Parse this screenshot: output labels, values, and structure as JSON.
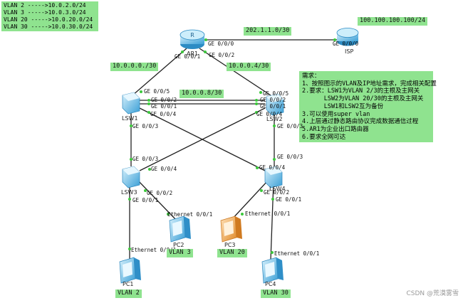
{
  "vlan_legend": [
    "VLAN 2 ----->10.0.2.0/24",
    "VLAN 3 ----->10.0.3.0/24",
    "VLAN 20 ----->10.0.20.0/24",
    "VLAN 30 ----->10.0.30.0/24"
  ],
  "requirements": [
    "需求：",
    "1、按照图示的VLAN及IP地址需求，完成相关配置",
    "2.要求：LSW1为VLAN 2/3的主根及主网关",
    "      LSW2为VLAN 20/30的主根及主网关",
    "      LSW1和LSW2互为备份",
    "3.可以使用super vlan",
    "4.上层通过静态路由协议完成数据通信过程",
    "5.AR1为企业出口路由器",
    "6.要求全网可达"
  ],
  "subnets": {
    "ar_isp": "202.1.1.0/30",
    "isp_addr": "100.100.100.100/24",
    "ar_lsw1": "10.0.0.0./30",
    "ar_lsw2": "10.0.0.4/30",
    "lsw1_lsw2": "10.0.0.8/30"
  },
  "devices": {
    "ar1": "AR1",
    "isp": "ISP",
    "lsw1": "LSW1",
    "lsw2": "LSW2",
    "lsw3": "LSW3",
    "lsw4": "LSW4",
    "pc1": "PC1",
    "pc2": "PC2",
    "pc3": "PC3",
    "pc4": "PC4"
  },
  "ports": {
    "ar_g000": "GE 0/0/0",
    "ar_g001": "GE 0/0/1",
    "ar_g002": "GE 0/0/2",
    "isp_g000": "GE 0/0/0",
    "lsw1_g005": "GE 0/0/5",
    "lsw1_g002": "GE 0/0/2",
    "lsw1_g001": "GE 0/0/1",
    "lsw1_g004": "GE 0/0/4",
    "lsw1_g003": "GE 0/0/3",
    "lsw2_g005": "GE 0/0/5",
    "lsw2_g002": "GE 0/0/2",
    "lsw2_g001": "GE 0/0/1",
    "lsw2_g004": "GE 0/0/4",
    "lsw2_g003": "GE 0/0/3",
    "lsw3_g003": "GE 0/0/3",
    "lsw3_g004": "GE 0/0/4",
    "lsw3_g002": "GE 0/0/2",
    "lsw3_g001": "GE 0/0/1",
    "lsw4_g003": "GE 0/0/3",
    "lsw4_g004": "GE 0/0/4",
    "lsw4_g002": "GE 0/0/2",
    "lsw4_g001": "GE 0/0/1",
    "pc1_eth": "Ethernet 0/0/1",
    "pc2_eth": "Ethernet 0/0/1",
    "pc3_eth": "Ethernet 0/0/1",
    "pc4_eth": "Ethernet 0/0/1"
  },
  "pc_vlans": {
    "pc1": "VLAN 2",
    "pc2": "VLAN 3",
    "pc3": "VLAN 20",
    "pc4": "VLAN 30"
  },
  "watermark": "CSDN @荒漠雾雪",
  "colors": {
    "highlight": "#8fe38f",
    "link": "#222222",
    "port_dot": "#3cc83c",
    "device_blue": "#5fb8e8",
    "pc3_orange": "#f0a040"
  }
}
